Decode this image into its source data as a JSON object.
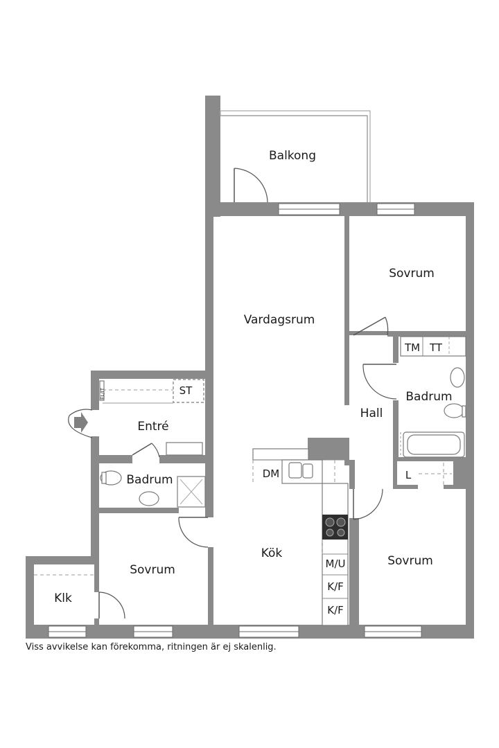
{
  "rooms": {
    "balkong": "Balkong",
    "vardagsrum": "Vardagsrum",
    "sovrum_top_right": "Sovrum",
    "hall": "Hall",
    "badrum_right": "Badrum",
    "entre": "Entré",
    "badrum_left": "Badrum",
    "kok": "Kök",
    "sovrum_bottom_left": "Sovrum",
    "sovrum_bottom_right": "Sovrum",
    "klk": "Klk"
  },
  "fixtures": {
    "st": "ST",
    "tm": "TM",
    "tt": "TT",
    "dm": "DM",
    "l": "L",
    "mu": "M/U",
    "kf_1": "K/F",
    "kf_2": "K/F",
    "el_it": "EL/IT"
  },
  "footer": {
    "note": "Viss avvikelse kan förekomma, ritningen är ej skalenlig."
  }
}
